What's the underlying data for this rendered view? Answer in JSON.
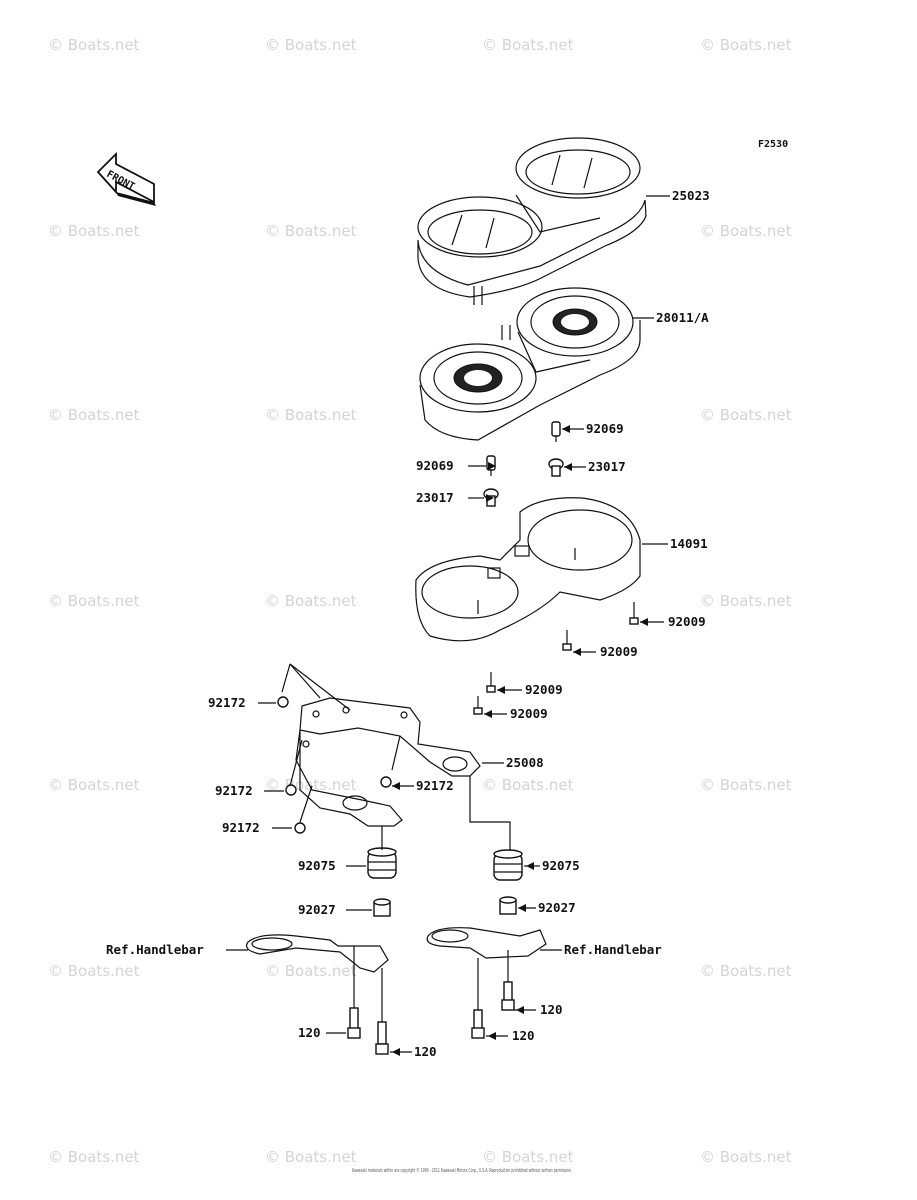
{
  "figure_code": "F2530",
  "front_label": "FRONT",
  "watermark_text": "© Boats.net",
  "copyright_text": "Kawasaki materials within are copyright © 1995 - 2011 Kawasaki Motors Corp., U.S.A. Reproduction prohibited without written permission.",
  "parts": [
    {
      "id": "p-25023",
      "number": "25023"
    },
    {
      "id": "p-28011",
      "number": "28011/A"
    },
    {
      "id": "p-92069-a",
      "number": "92069"
    },
    {
      "id": "p-92069-b",
      "number": "92069"
    },
    {
      "id": "p-23017-a",
      "number": "23017"
    },
    {
      "id": "p-23017-b",
      "number": "23017"
    },
    {
      "id": "p-14091",
      "number": "14091"
    },
    {
      "id": "p-92009-a",
      "number": "92009"
    },
    {
      "id": "p-92009-b",
      "number": "92009"
    },
    {
      "id": "p-92009-c",
      "number": "92009"
    },
    {
      "id": "p-92009-d",
      "number": "92009"
    },
    {
      "id": "p-92172-a",
      "number": "92172"
    },
    {
      "id": "p-25008",
      "number": "25008"
    },
    {
      "id": "p-92172-b",
      "number": "92172"
    },
    {
      "id": "p-92172-c",
      "number": "92172"
    },
    {
      "id": "p-92172-d",
      "number": "92172"
    },
    {
      "id": "p-92075-a",
      "number": "92075"
    },
    {
      "id": "p-92075-b",
      "number": "92075"
    },
    {
      "id": "p-92027-a",
      "number": "92027"
    },
    {
      "id": "p-92027-b",
      "number": "92027"
    },
    {
      "id": "p-ref-l",
      "number": "Ref.Handlebar"
    },
    {
      "id": "p-ref-r",
      "number": "Ref.Handlebar"
    },
    {
      "id": "p-120-a",
      "number": "120"
    },
    {
      "id": "p-120-b",
      "number": "120"
    },
    {
      "id": "p-120-c",
      "number": "120"
    },
    {
      "id": "p-120-d",
      "number": "120"
    }
  ]
}
